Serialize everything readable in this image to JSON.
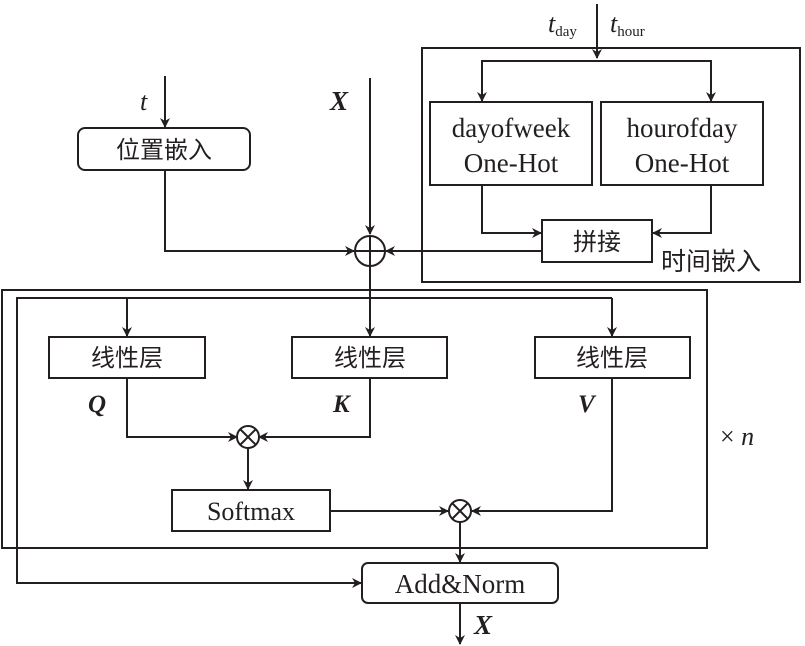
{
  "diagram": {
    "inputs": {
      "t": "t",
      "x_in": "X",
      "t_day_base": "t",
      "t_day_sub": "day",
      "t_hour_base": "t",
      "t_hour_sub": "hour"
    },
    "position_embedding": {
      "label": "位置嵌入"
    },
    "time_embedding": {
      "title": "时间嵌入",
      "dayofweek": {
        "line1": "dayofweek",
        "line2": "One-Hot"
      },
      "hourofday": {
        "line1": "hourofday",
        "line2": "One-Hot"
      },
      "concat": "拼接"
    },
    "add_symbol": "⊕",
    "attention": {
      "linear_q": "线性层",
      "linear_k": "线性层",
      "linear_v": "线性层",
      "q_label": "Q",
      "k_label": "K",
      "v_label": "V",
      "softmax": "Softmax",
      "repeat_label": "× n",
      "repeat_times": "n"
    },
    "add_norm": "Add&Norm",
    "output": "X"
  }
}
